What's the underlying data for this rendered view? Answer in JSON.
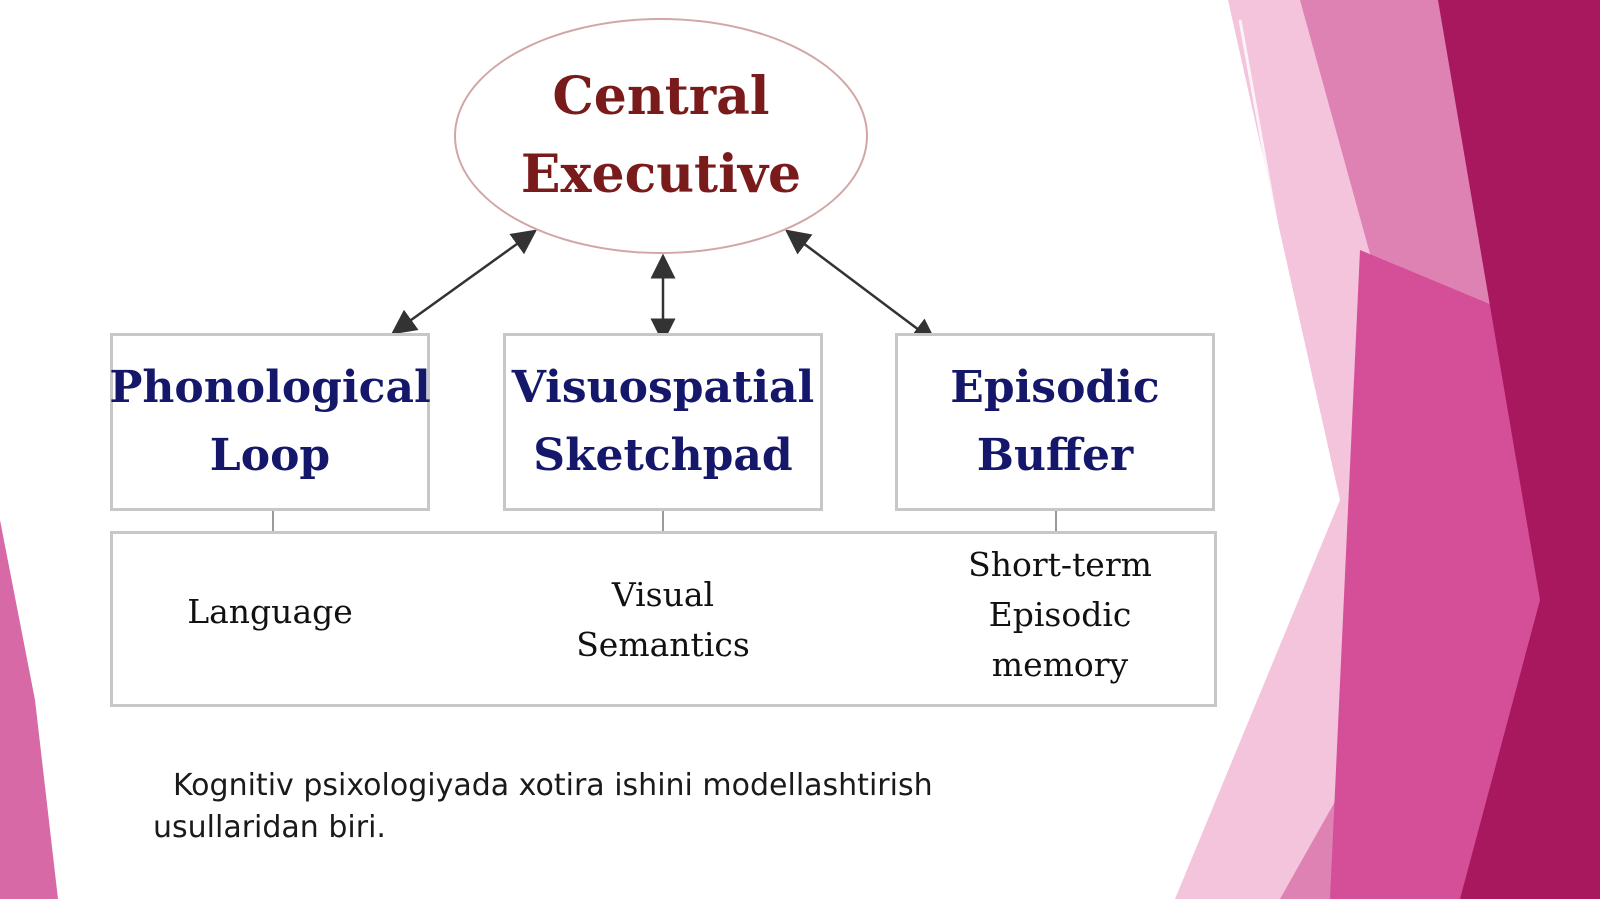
{
  "diagram": {
    "central": {
      "line1": "Central",
      "line2": "Executive"
    },
    "components": [
      {
        "line1": "Phonological",
        "line2": "Loop"
      },
      {
        "line1": "Visuospatial",
        "line2": "Sketchpad"
      },
      {
        "line1": "Episodic",
        "line2": "Buffer"
      }
    ],
    "long_term": [
      {
        "line1": "Language"
      },
      {
        "line1": "Visual",
        "line2": "Semantics"
      },
      {
        "line1": "Short-term",
        "line2": "Episodic",
        "line3": "memory"
      }
    ]
  },
  "caption": "Kognitiv psixologiyada xotira ishini modellashtirish usullaridan biri.",
  "colors": {
    "central_text": "#7a1b1b",
    "component_text": "#15176b",
    "accent_dark": "#a8185f",
    "accent_mid": "#c83b86",
    "accent_light": "#e59bc2"
  }
}
